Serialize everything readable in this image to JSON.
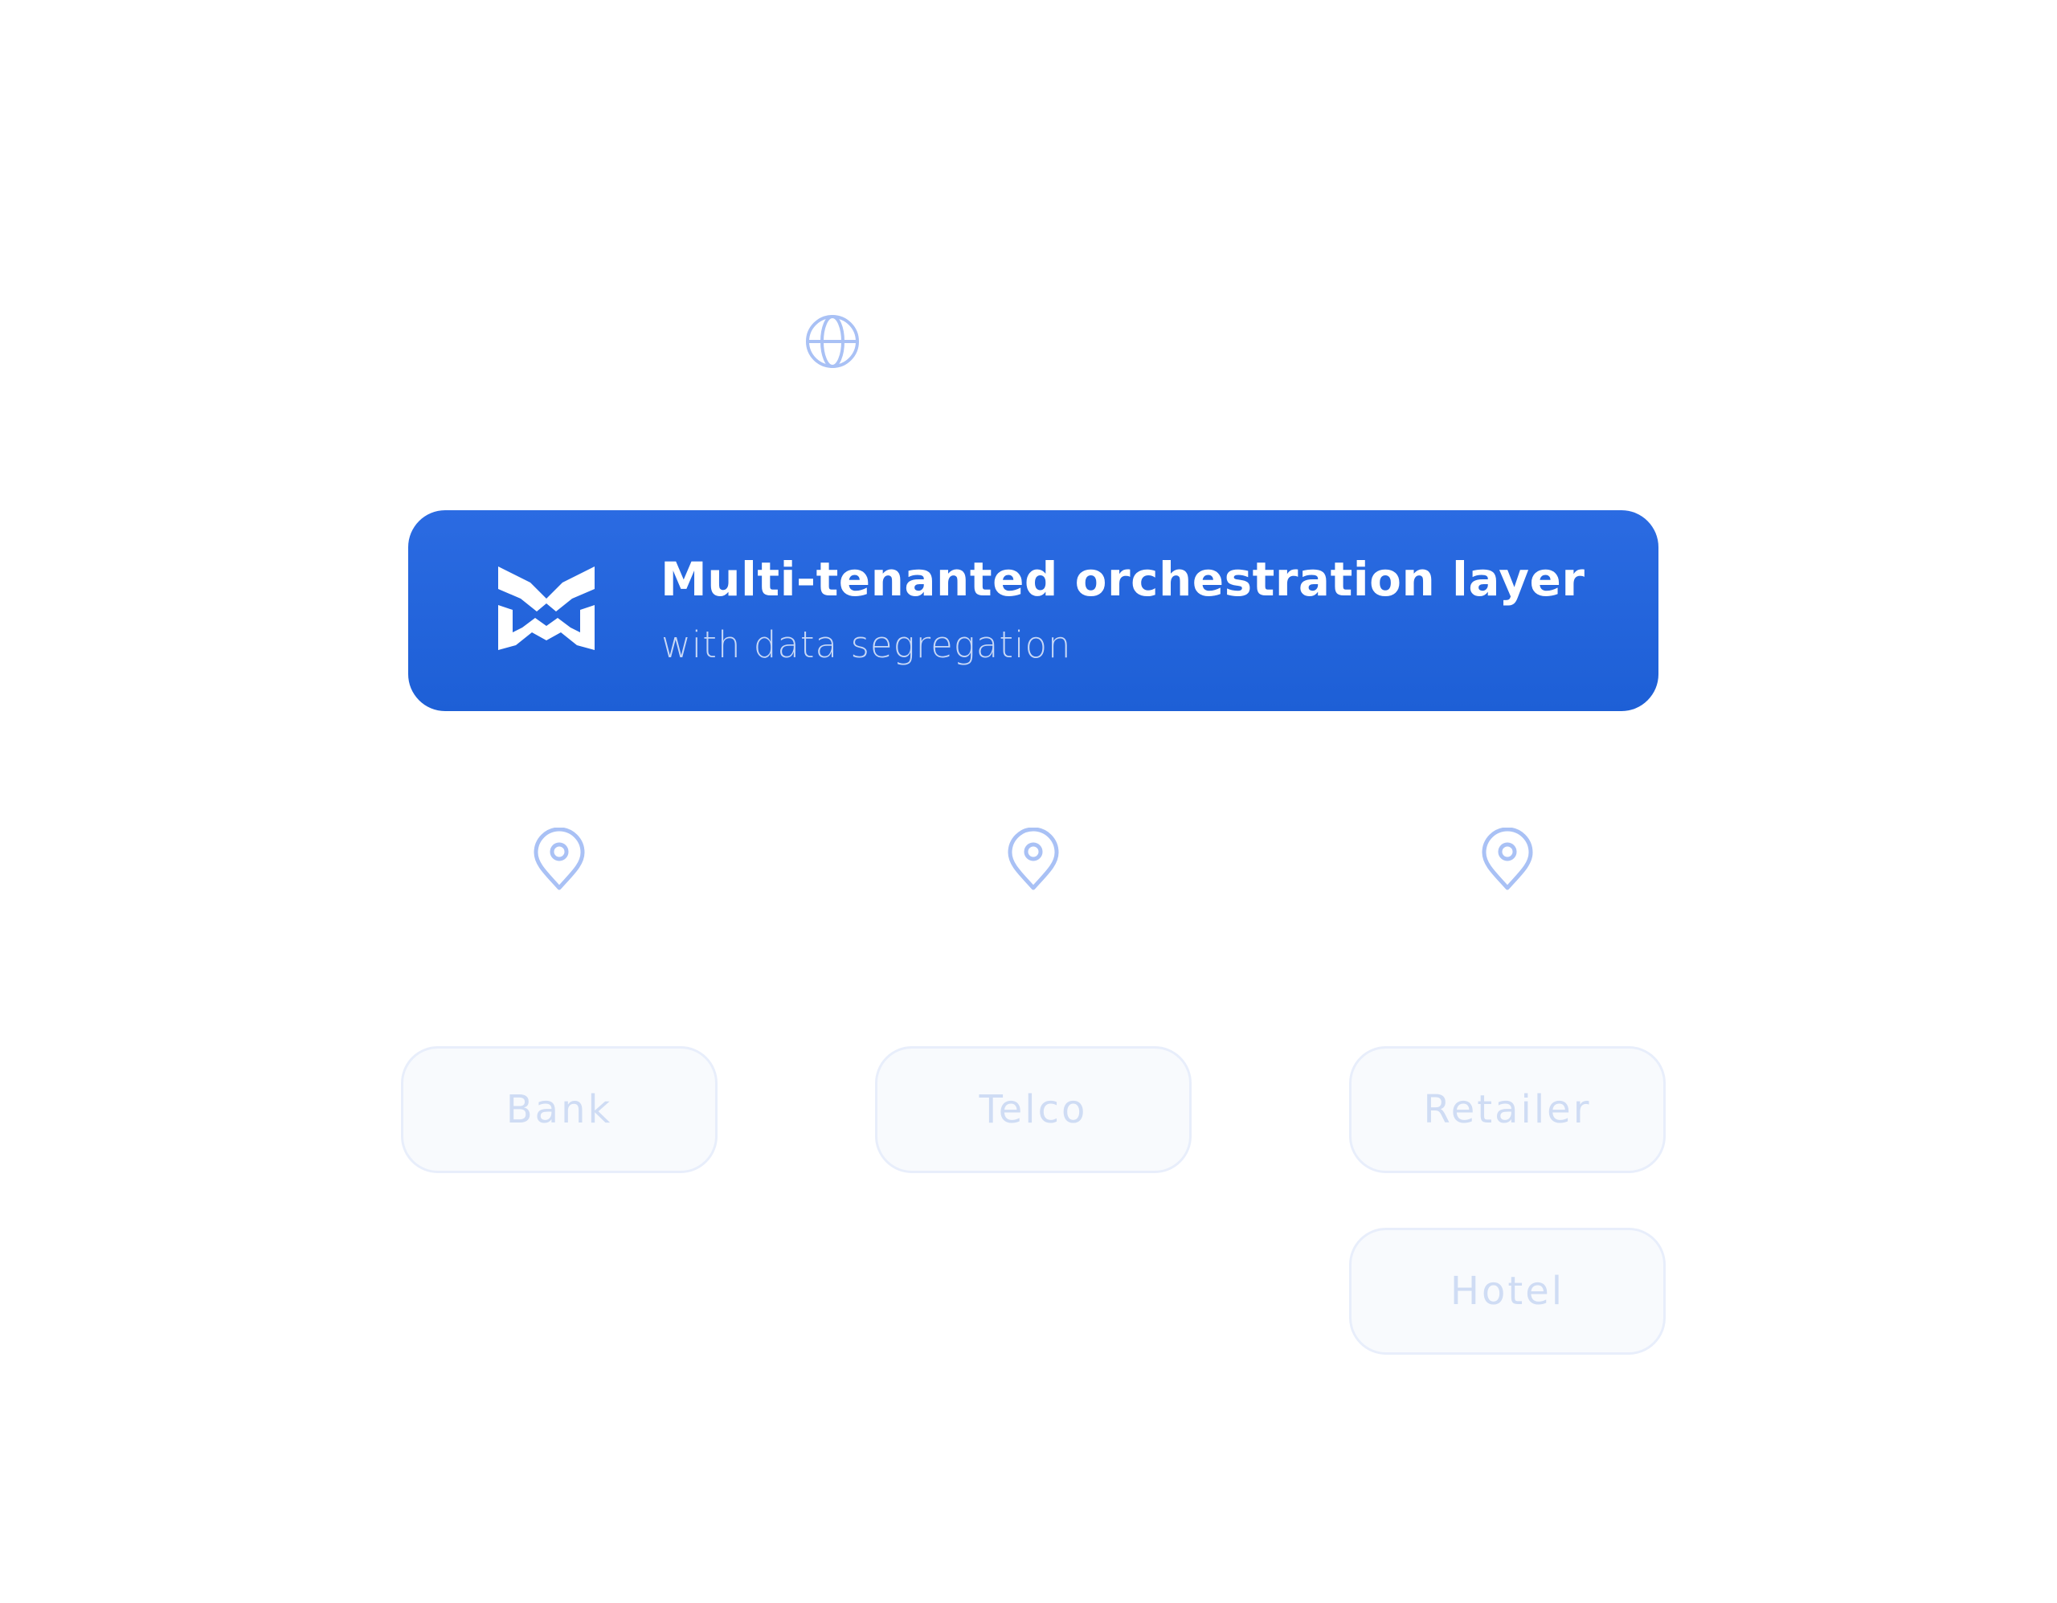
{
  "colors": {
    "accent": "#2b6be2",
    "icon_stroke": "#a9c1f5",
    "tenant_text": "#cfdcf4",
    "tenant_border": "#e8eefb",
    "tenant_background": "#f8fafd"
  },
  "top_icon": "globe-icon",
  "orchestration": {
    "logo": "brand-logo",
    "title": "Multi-tenanted orchestration layer",
    "subtitle": "with data segregation"
  },
  "location_icons": [
    "map-pin-icon",
    "map-pin-icon",
    "map-pin-icon"
  ],
  "tenants": [
    {
      "label": "Bank"
    },
    {
      "label": "Telco"
    },
    {
      "label": "Retailer"
    },
    {
      "label": "Hotel"
    }
  ]
}
